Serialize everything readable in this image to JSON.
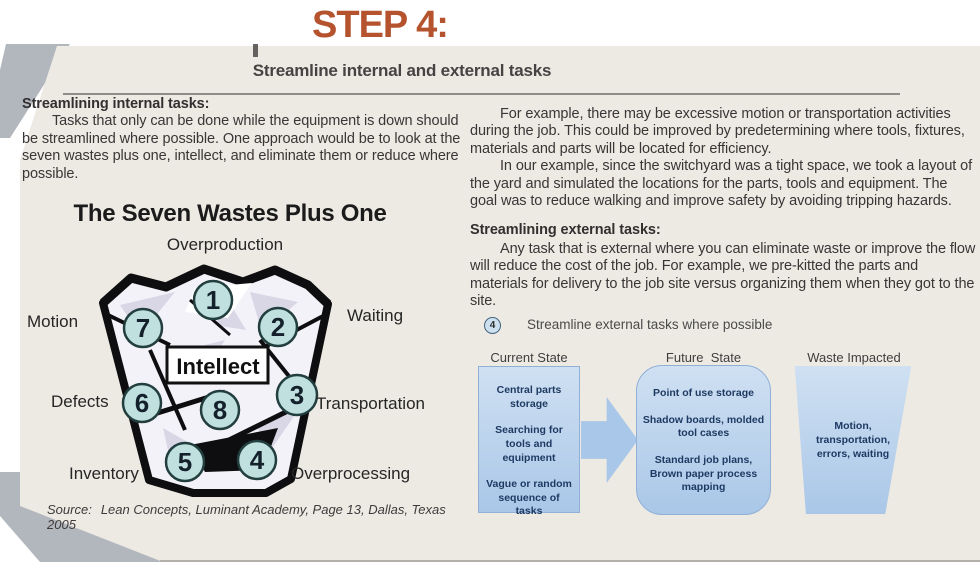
{
  "page": {
    "title": "STEP 4:",
    "subtitle": "Streamline internal and external tasks"
  },
  "left_column": {
    "heading": "Streamlining internal tasks:",
    "paragraph": "Tasks that only can be done while the equipment is down should be streamlined where possible. One approach would be to look at the seven wastes plus one, intellect, and eliminate them or reduce where possible."
  },
  "right_column": {
    "paragraph1": "For example, there may be excessive motion or transportation activities during the job. This could be improved by predetermining where tools, fixtures, materials and parts will be located for efficiency.",
    "paragraph2": "In our example, since the switchyard was a tight space, we took a layout of the yard and simulated the locations for the parts, tools and equipment. The goal was to reduce walking and improve safety by avoiding tripping hazards.",
    "heading": "Streamlining external tasks:",
    "paragraph3": "Any task that is external where you can eliminate waste or improve the flow will reduce the cost of the job. For example, we pre-kitted the parts and materials for delivery to the job site versus organizing them when they got to the site."
  },
  "wastes_diagram": {
    "title": "The Seven Wastes Plus One",
    "top_label": "Overproduction",
    "center_label": "Intellect",
    "side_labels": {
      "motion": "Motion",
      "waiting": "Waiting",
      "defects": "Defects",
      "transportation": "Transportation",
      "inventory": "Inventory",
      "overprocessing": "Overprocessing"
    },
    "numbers": [
      "1",
      "2",
      "3",
      "4",
      "5",
      "6",
      "7",
      "8"
    ],
    "source_label": "Source:",
    "source_text": "Lean Concepts, Luminant Academy, Page 13, Dallas, Texas 2005"
  },
  "flow_diagram": {
    "step_number": "4",
    "caption": "Streamline external tasks where possible",
    "columns": [
      {
        "header": "Current State",
        "items": [
          "Central parts storage",
          "Searching for tools and equipment",
          "Vague or random sequence of tasks"
        ]
      },
      {
        "header": "Future  State",
        "items": [
          "Point of use storage",
          "Shadow boards, molded tool cases",
          "Standard job plans, Brown paper process mapping"
        ]
      },
      {
        "header": "Waste Impacted",
        "items": [
          "Motion, transportation, errors, waiting"
        ]
      }
    ]
  },
  "colors": {
    "accent_orange": "#b4532d",
    "panel_beige": "#edeae3",
    "ribbon_gray": "#b2b6bd",
    "box_blue": "#aac7e8",
    "circle_teal": "#bfe0de",
    "text_dark": "#3a3536"
  }
}
